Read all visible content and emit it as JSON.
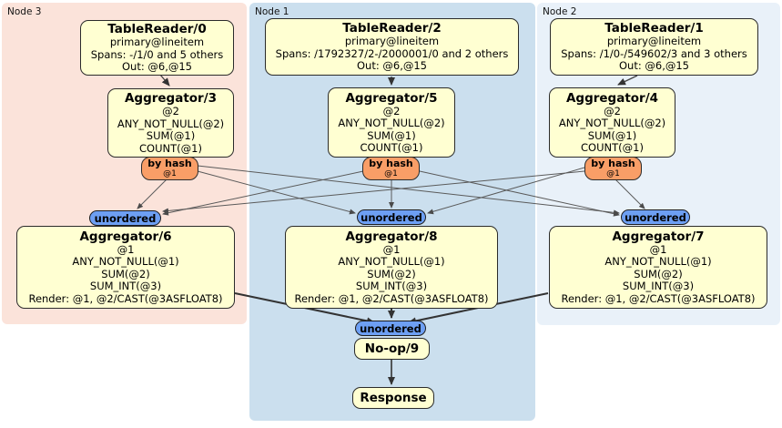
{
  "regions": {
    "node3": {
      "label": "Node 3"
    },
    "node1": {
      "label": "Node 1"
    },
    "node2": {
      "label": "Node 2"
    }
  },
  "processors": {
    "tr0": {
      "title": "TableReader/0",
      "lines": [
        "primary@lineitem",
        "Spans: -/1/0 and 5 others",
        "Out: @6,@15"
      ]
    },
    "tr2": {
      "title": "TableReader/2",
      "lines": [
        "primary@lineitem",
        "Spans: /1792327/2-/2000001/0 and 2 others",
        "Out: @6,@15"
      ]
    },
    "tr1": {
      "title": "TableReader/1",
      "lines": [
        "primary@lineitem",
        "Spans: /1/0-/549602/3 and 3 others",
        "Out: @6,@15"
      ]
    },
    "agg3": {
      "title": "Aggregator/3",
      "lines": [
        "@2",
        "ANY_NOT_NULL(@2)",
        "SUM(@1)",
        "COUNT(@1)"
      ]
    },
    "agg5": {
      "title": "Aggregator/5",
      "lines": [
        "@2",
        "ANY_NOT_NULL(@2)",
        "SUM(@1)",
        "COUNT(@1)"
      ]
    },
    "agg4": {
      "title": "Aggregator/4",
      "lines": [
        "@2",
        "ANY_NOT_NULL(@2)",
        "SUM(@1)",
        "COUNT(@1)"
      ]
    },
    "agg6": {
      "title": "Aggregator/6",
      "lines": [
        "@1",
        "ANY_NOT_NULL(@1)",
        "SUM(@2)",
        "SUM_INT(@3)",
        "Render: @1, @2/CAST(@3ASFLOAT8)"
      ]
    },
    "agg8": {
      "title": "Aggregator/8",
      "lines": [
        "@1",
        "ANY_NOT_NULL(@1)",
        "SUM(@2)",
        "SUM_INT(@3)",
        "Render: @1, @2/CAST(@3ASFLOAT8)"
      ]
    },
    "agg7": {
      "title": "Aggregator/7",
      "lines": [
        "@1",
        "ANY_NOT_NULL(@1)",
        "SUM(@2)",
        "SUM_INT(@3)",
        "Render: @1, @2/CAST(@3ASFLOAT8)"
      ]
    },
    "noop": {
      "title": "No-op/9"
    },
    "response": {
      "title": "Response"
    }
  },
  "routers": {
    "by_hash_label": "by hash",
    "by_hash_detail": "@1",
    "unordered_label": "unordered"
  },
  "colors": {
    "node3_region_bg": "#fbe3da",
    "node1_region_bg": "#cbdfee",
    "node2_region_bg": "#e9f1f9",
    "processor_box_bg": "#ffffd2",
    "processor_box_border": "#2b2b2b",
    "router_bg": "#f99e67",
    "sync_bg": "#6d9ff3",
    "edge_color": "#444444"
  }
}
